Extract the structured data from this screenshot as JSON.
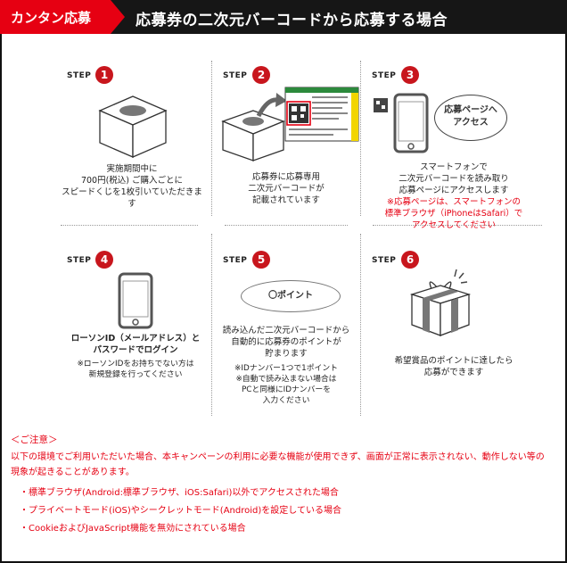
{
  "header": {
    "tag": "カンタン応募",
    "title": "応募券の二次元バーコードから応募する場合"
  },
  "step_label": "STEP",
  "steps": [
    {
      "number": "1",
      "text": "実施期間中に\n700円(税込) ご購入ごとに\nスピードくじを1枚引いていただきます"
    },
    {
      "number": "2",
      "text": "応募券に応募専用\n二次元バーコードが\n記載されています"
    },
    {
      "number": "3",
      "bubble": "応募ページへ\nアクセス",
      "text": "スマートフォンで\n二次元バーコードを読み取り\n応募ページにアクセスします",
      "red_text": "※応募ページは、スマートフォンの\n標準ブラウザ（iPhoneはSafari）で\nアクセスしてください"
    },
    {
      "number": "4",
      "text": "ローソンID（メールアドレス）と\nパスワードでログイン",
      "small_text": "※ローソンIDをお持ちでない方は\n新規登録を行ってください"
    },
    {
      "number": "5",
      "oval": "〇ポイント",
      "text": "読み込んだ二次元バーコードから\n自動的に応募券のポイントが\n貯まります",
      "small_text": "※IDナンバー1つで1ポイント\n※自動で読み込まない場合は\nPCと同様にIDナンバーを\n入力ください"
    },
    {
      "number": "6",
      "text": "希望賞品のポイントに達したら\n応募ができます"
    }
  ],
  "notes": {
    "title": "＜ご注意＞",
    "intro": "以下の環境でご利用いただいた場合、本キャンペーンの利用に必要な機能が使用できず、画面が正常に表示されない、動作しない等の現象が起きることがあります。",
    "items": [
      "・標準ブラウザ(Android:標準ブラウザ、iOS:Safari)以外でアクセスされた場合",
      "・プライベートモード(iOS)やシークレットモード(Android)を設定している場合",
      "・CookieおよびJavaScript機能を無効にされている場合"
    ]
  }
}
